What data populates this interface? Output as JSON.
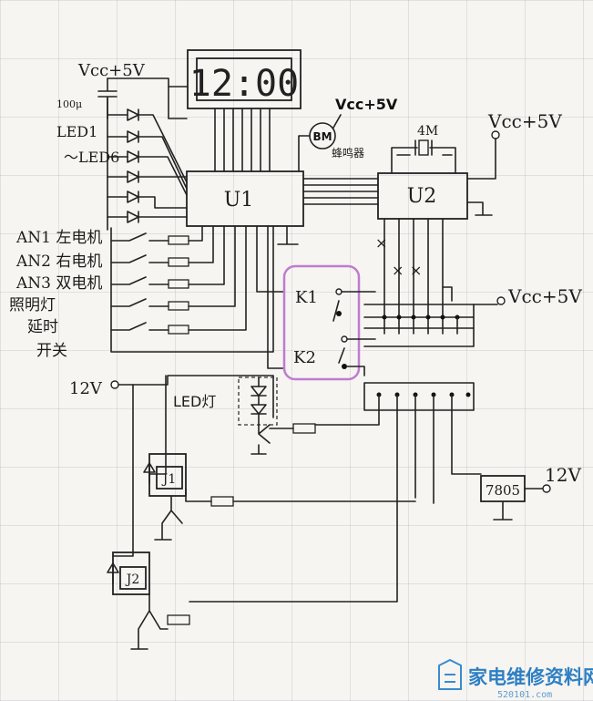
{
  "labels": {
    "vcc_top_left": "Vcc+5V",
    "cap_value": "100μ",
    "led_range_1": "LED1",
    "led_range_2": "～LED6",
    "display": "12:00",
    "bm": "BM",
    "buzzer_vcc": "Vcc+5V",
    "buzzer": "蜂鸣器",
    "crystal": "4M",
    "vcc_u2": "Vcc+5V",
    "u1": "U1",
    "u2": "U2",
    "an1": "AN1 左电机",
    "an2": "AN2 右电机",
    "an3": "AN3 双电机",
    "light": "照明灯",
    "delay": "延时",
    "switch": "开关",
    "k1": "K1",
    "k2": "K2",
    "vcc_right": "Vcc+5V",
    "v12_left": "12V",
    "led_lamp": "LED灯",
    "j1": "J1",
    "j2": "J2",
    "reg": "7805",
    "v12_right": "12V"
  },
  "watermark": {
    "title": "家电维修资料网",
    "url": "520101.com"
  },
  "colors": {
    "ink": "#222222",
    "highlight": "#c07bd0",
    "watermark": "#2e7fc4"
  }
}
